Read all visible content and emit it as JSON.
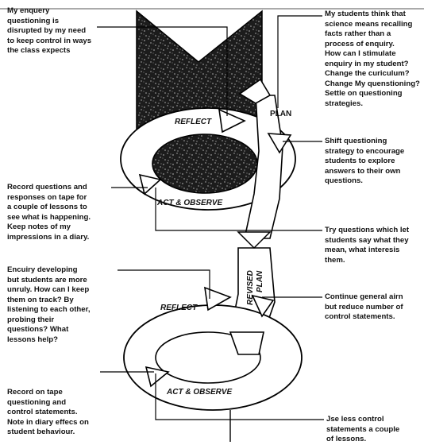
{
  "notes": {
    "left_1": [
      "My enquery",
      "questioning is",
      "disrupted by my need",
      "to keep control in ways",
      "the class expects"
    ],
    "left_2": [
      "Record questions and",
      "responses on tape for",
      "a couple of lessons to",
      "see what is happening.",
      "Keep notes of my",
      "impressions in a diary."
    ],
    "left_3": [
      "Encuiry developing",
      "but students are more",
      "unruly. How can I keep",
      "them on track? By",
      "listening to each other,",
      "probing their",
      "questions? What",
      "lessons help?"
    ],
    "left_4": [
      "Record on tape",
      "questioning and",
      "control statements.",
      "Note in diary effecs on",
      "student behaviour."
    ],
    "right_1": [
      "My students think that",
      "science means recalling",
      "facts rather than a",
      "process of enquiry.",
      "How can I stimulate",
      "enquiry in my student?",
      "Change the curiculum?",
      "Change My quenstioning?",
      "Settle on questioning",
      "strategies."
    ],
    "right_2": [
      "Shift questioning",
      "strategy to encourage",
      "students to explore",
      "answers to their own",
      "questions."
    ],
    "right_3": [
      "Try questions which let",
      "students say what they",
      "mean, what interesis",
      "them."
    ],
    "right_4": [
      "Continue general airn",
      "but reduce number of",
      "control statements."
    ],
    "right_5": [
      "Jse less control",
      "statements a couple",
      "of lessons."
    ]
  },
  "labels": {
    "reflect_1": "REFLECT",
    "plan": "PLAN",
    "act_observe_1": "ACT & OBSERVE",
    "revised": "REVISED",
    "revised_plan": "PLAN",
    "reflect_2": "REFLECT",
    "act_observe_2": "ACT & OBSERVE"
  }
}
